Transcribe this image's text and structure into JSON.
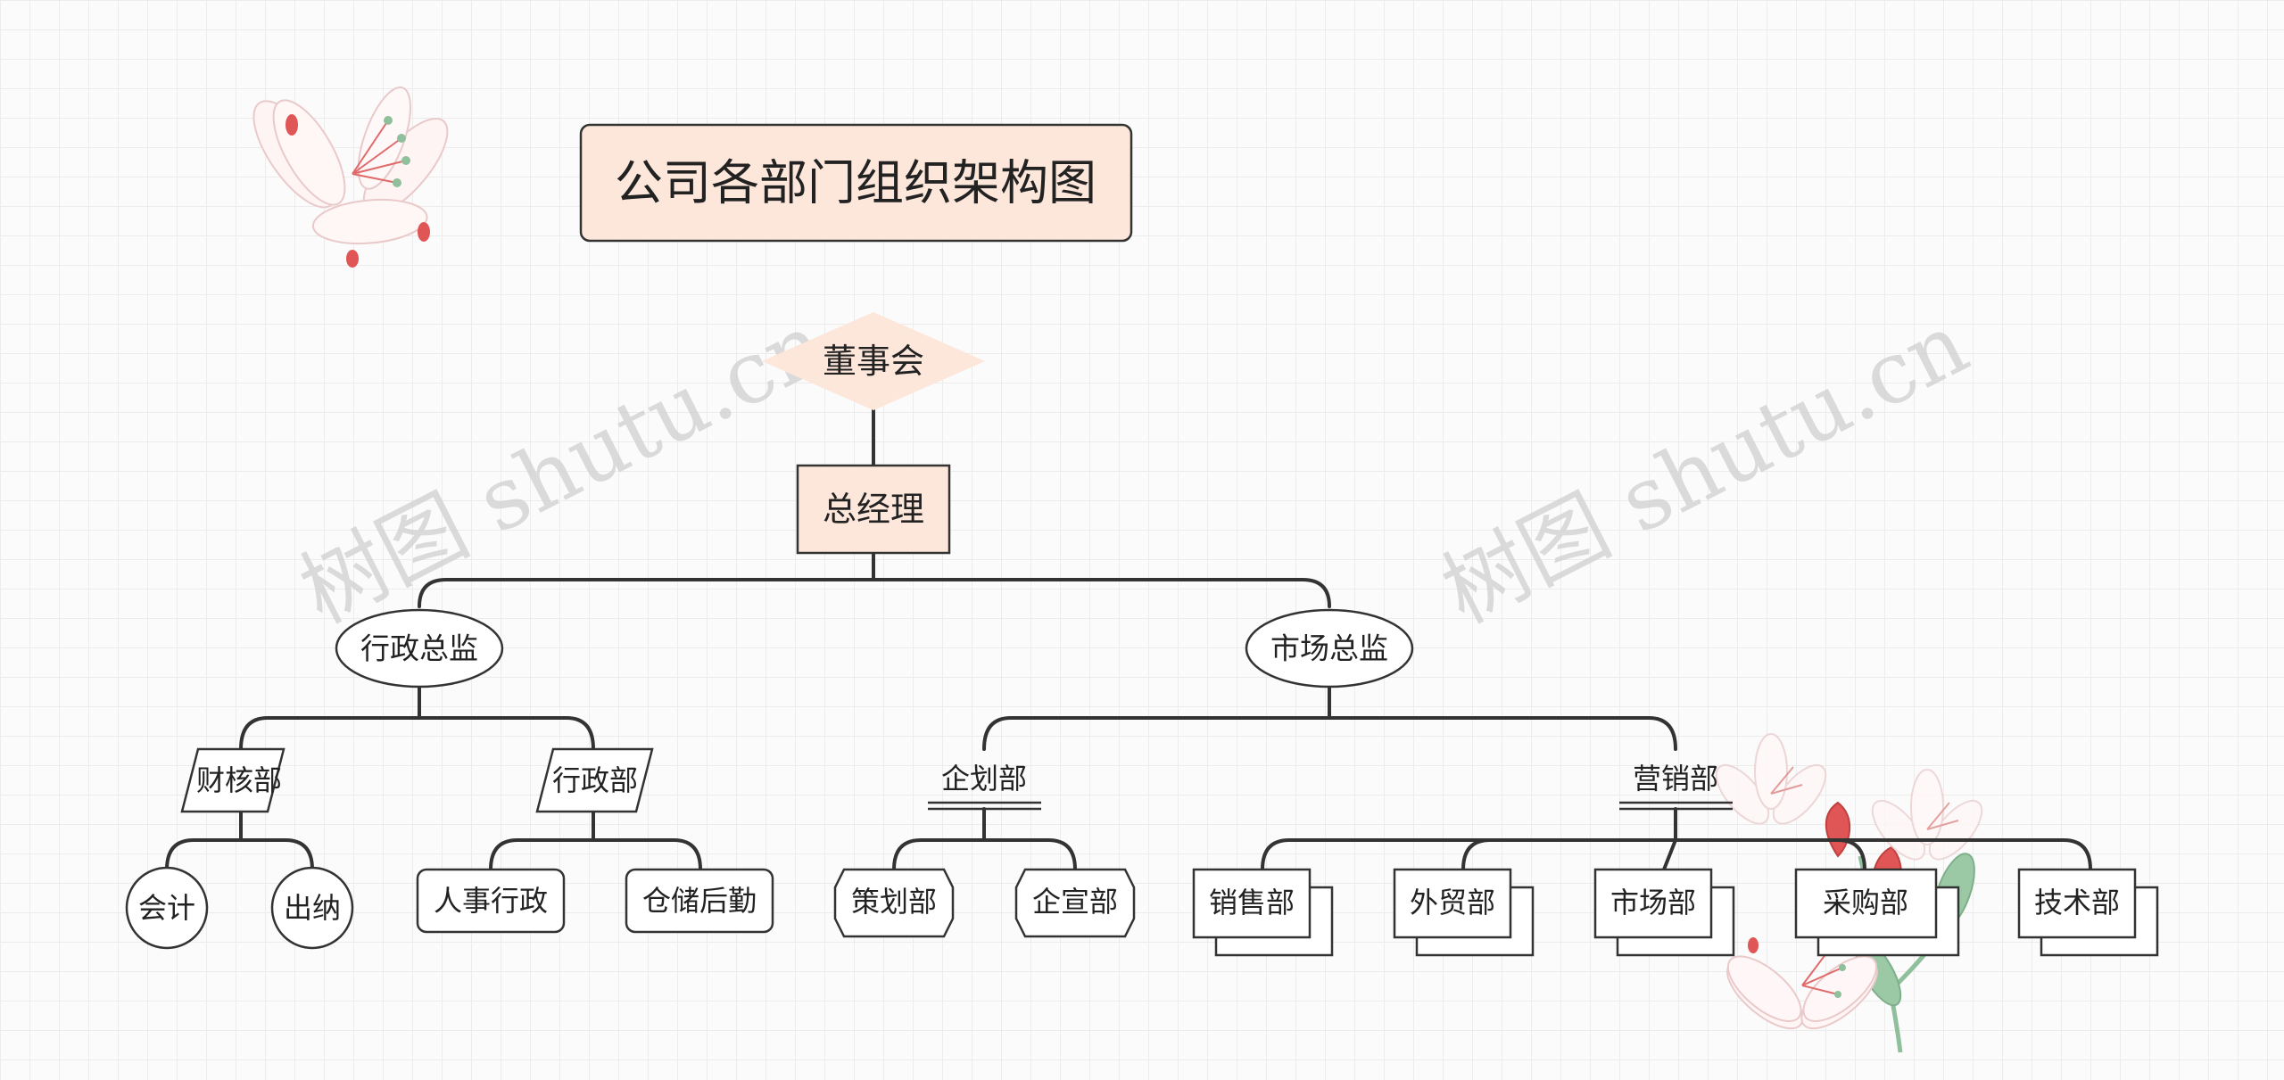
{
  "title": "公司各部门组织架构图",
  "watermarks": [
    "树图 shutu.cn",
    "树图 shutu.cn"
  ],
  "colors": {
    "peach": "#fde6da",
    "stroke": "#333333",
    "title_fill": "#fde6da"
  },
  "nodes": {
    "board": "董事会",
    "gm": "总经理",
    "admin_director": "行政总监",
    "market_director": "市场总监",
    "finance": "财核部",
    "admin_dept": "行政部",
    "planning": "企划部",
    "marketing": "营销部",
    "accounting": "会计",
    "cashier": "出纳",
    "hr_admin": "人事行政",
    "logistics": "仓储后勤",
    "strategy": "策划部",
    "publicity": "企宣部",
    "sales": "销售部",
    "foreign_trade": "外贸部",
    "market": "市场部",
    "purchasing": "采购部",
    "tech": "技术部"
  }
}
